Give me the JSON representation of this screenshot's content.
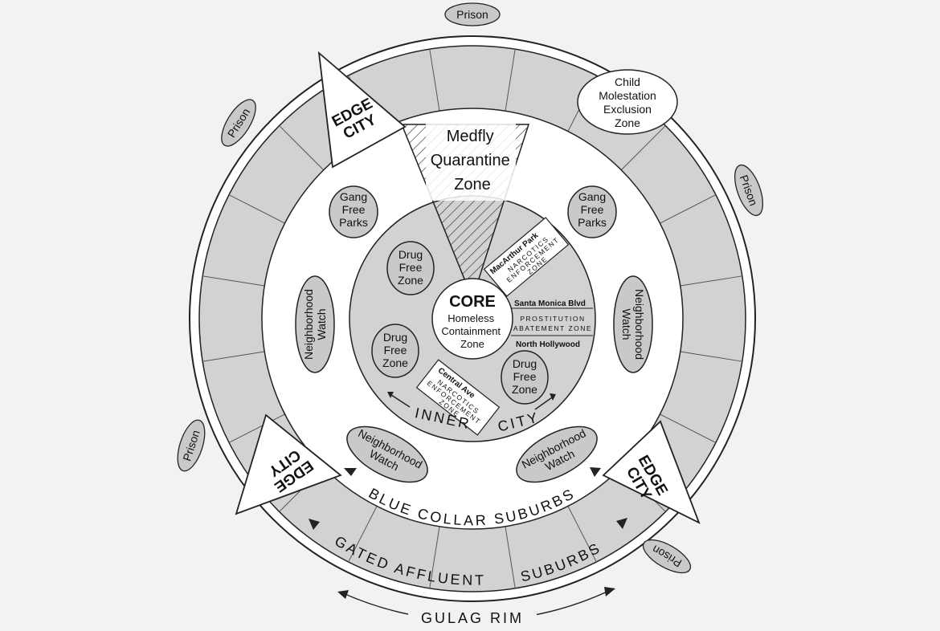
{
  "labels": {
    "prison": "Prison",
    "child_zone": [
      "Child",
      "Molestation",
      "Exclusion",
      "Zone"
    ],
    "edge_city": [
      "EDGE",
      "CITY"
    ],
    "medfly": [
      "Medfly",
      "Quarantine",
      "Zone"
    ],
    "gang_free": [
      "Gang",
      "Free",
      "Parks"
    ],
    "drug_free": [
      "Drug",
      "Free",
      "Zone"
    ],
    "neighborhood_watch": [
      "Neighborhood",
      "Watch"
    ],
    "macarthur": "MacArthur Park",
    "narcotics": [
      "NARCOTICS",
      "ENFORCEMENT",
      "ZONE"
    ],
    "santa_monica": "Santa Monica Blvd",
    "prostitution": [
      "PROSTITUTION",
      "ABATEMENT ZONE"
    ],
    "north_hollywood": "North Hollywood",
    "central_ave": "Central Ave",
    "core_title": "CORE",
    "core_sub": [
      "Homeless",
      "Containment",
      "Zone"
    ],
    "inner": "INNER",
    "city": "CITY",
    "blue_collar": "BLUE COLLAR SUBURBS",
    "gated": "GATED AFFLUENT",
    "suburbs": "SUBURBS",
    "gulag": "GULAG RIM"
  },
  "colors": {
    "background": "#f2f2f2",
    "ring_gray": "#d2d2d2",
    "ellipse_fill": "#c9c9c9",
    "white": "#ffffff",
    "stroke": "#222222"
  }
}
